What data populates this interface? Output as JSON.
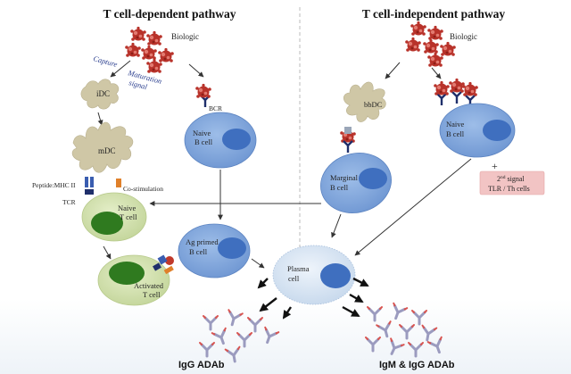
{
  "headers": {
    "left": "T cell-dependent pathway",
    "right": "T cell-independent pathway"
  },
  "labels": {
    "biologic_left": "Biologic",
    "biologic_right": "Biologic",
    "capture": "Capture",
    "maturation_1": "Maturation",
    "maturation_2": "signal",
    "idc": "iDC",
    "mdc": "mDC",
    "bcr": "BCR",
    "naive_b_left_1": "Naive",
    "naive_b_left_2": "B cell",
    "peptide_mhc": "Peptide:MHC II",
    "costim": "Co-stimulation",
    "tcr": "TCR",
    "naive_t_1": "Naive",
    "naive_t_2": "T cell",
    "ag_primed_1": "Ag primed",
    "ag_primed_2": "B cell",
    "activated_t_1": "Activated",
    "activated_t_2": "T cell",
    "plasma_1": "Plasma",
    "plasma_2": "cell",
    "bbdc": "bbDC",
    "naive_b_right_1": "Naive",
    "naive_b_right_2": "B cell",
    "marginal_1": "Marginal",
    "marginal_2": "B cell",
    "plus": "+",
    "signal_line1_num": "2",
    "signal_line1_sup": "nd",
    "signal_line1_rest": " signal",
    "signal_line2": "TLR / Th cells",
    "igg_adab": "IgG ADAb",
    "igm_igg_adab": "IgM & IgG ADAb"
  },
  "colors": {
    "bcell": "#7ba3dc",
    "bcell_nucleus": "#3f6fbf",
    "tcell": "#cfe0a8",
    "tcell_nucleus": "#2f7a1f",
    "dc": "#cfc7a6",
    "biologic": "#c0392b",
    "plasma": "#dbe6f3",
    "signal_box": "#f2c4c4",
    "antibody": "#a9a9c4"
  }
}
